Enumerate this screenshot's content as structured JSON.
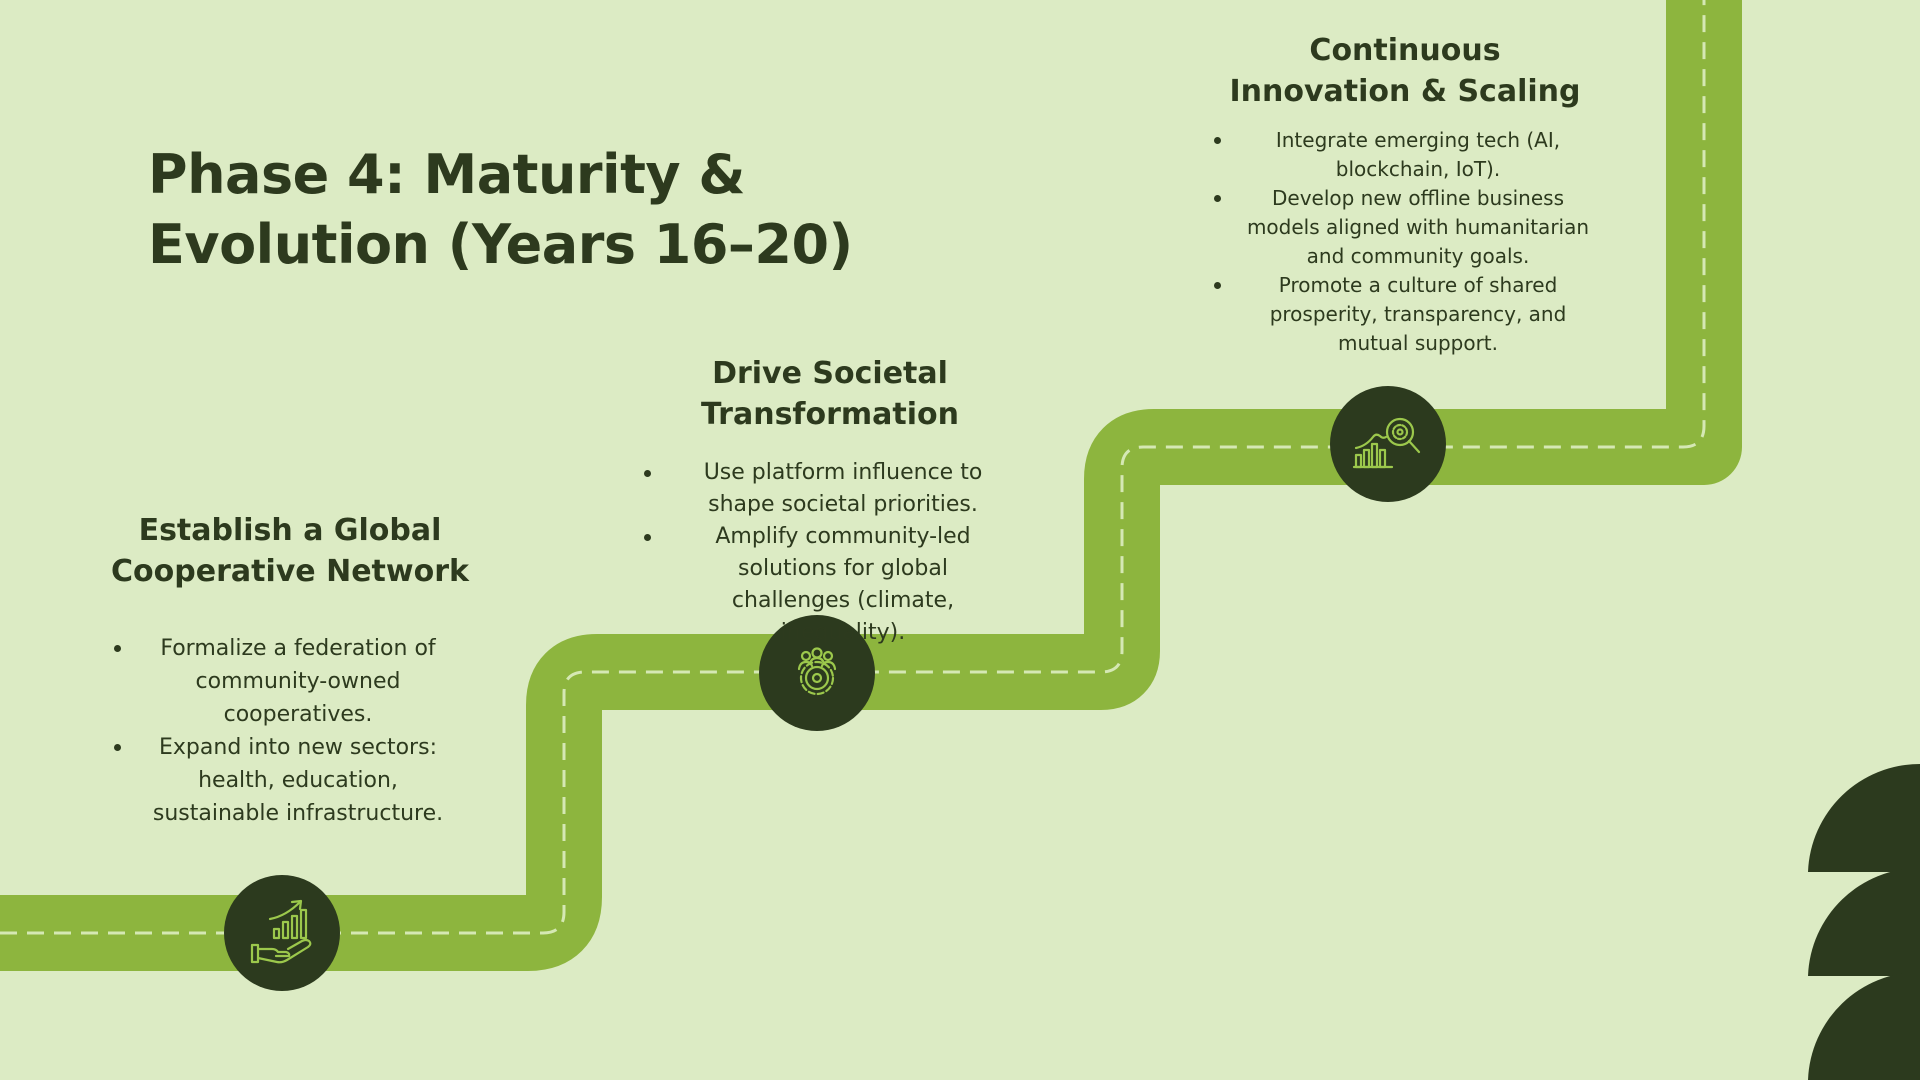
{
  "title": {
    "line1": "Phase 4: Maturity &",
    "line2": "Evolution (Years 16–20)"
  },
  "steps": [
    {
      "heading_line1": "Establish a Global",
      "heading_line2": "Cooperative Network",
      "icon": "hand-growth-chart-icon",
      "bullets": [
        "Formalize a federation of community-owned cooperatives.",
        "Expand into new sectors: health, education, sustainable infrastructure."
      ]
    },
    {
      "heading_line1": "Drive Societal",
      "heading_line2": "Transformation",
      "icon": "people-gear-icon",
      "bullets": [
        "Use platform influence to shape societal priorities.",
        "Amplify community-led solutions for global challenges (climate, inequality)."
      ]
    },
    {
      "heading_line1": "Continuous",
      "heading_line2": "Innovation & Scaling",
      "icon": "chart-magnifier-icon",
      "bullets": [
        "Integrate emerging tech (AI, blockchain, IoT).",
        "Develop new offline business models aligned with humanitarian and community goals.",
        "Promote a culture of shared prosperity, transparency, and mutual support."
      ]
    }
  ],
  "colors": {
    "background": "#dcebc4",
    "road": "#8db53e",
    "road_dash": "#d5e8b4",
    "node": "#2c3a1e",
    "icon_stroke": "#9cc84c",
    "text": "#2d3a1e",
    "corner_shapes": "#2c3a1e"
  }
}
